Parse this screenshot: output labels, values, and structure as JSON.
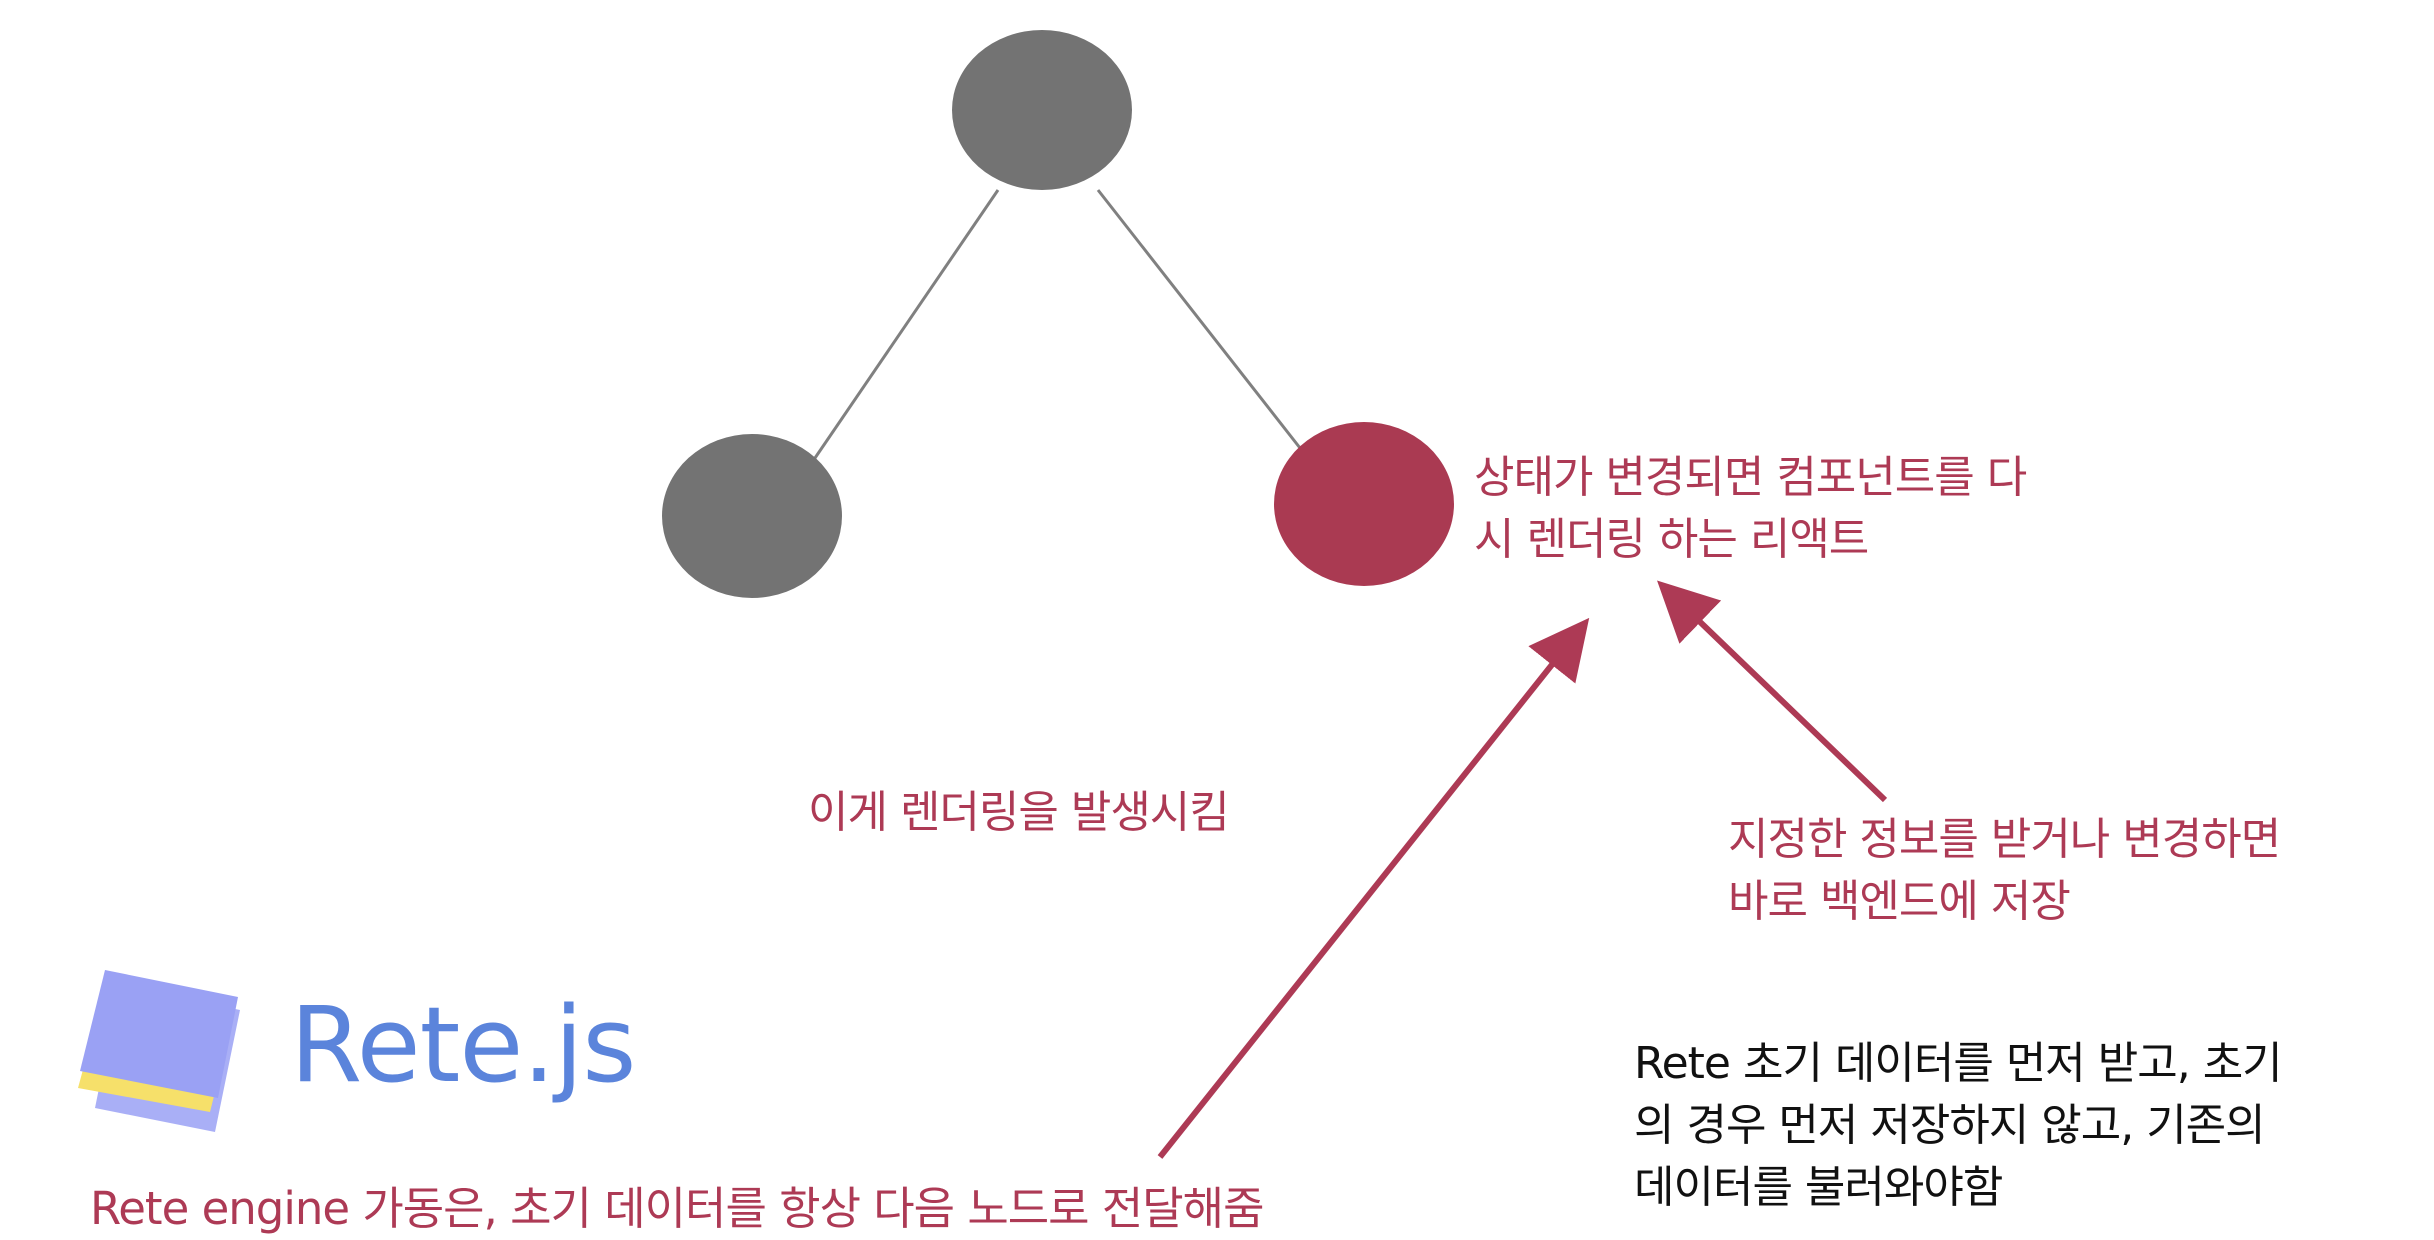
{
  "colors": {
    "node_gray": "#737373",
    "node_highlight": "#aa3a52",
    "edge": "#808080",
    "arrow": "#ad3a55",
    "accent_text": "#ad3a55",
    "dark_text": "#111111",
    "logo_text": "#5b84db",
    "logo_purple": "#9aa1f4",
    "logo_yellow": "#f6e06a"
  },
  "tree": {
    "nodes": [
      {
        "id": "root",
        "state": "default"
      },
      {
        "id": "left-child",
        "state": "default"
      },
      {
        "id": "right-child",
        "state": "re-rendered"
      }
    ],
    "edges": [
      [
        "root",
        "left-child"
      ],
      [
        "root",
        "right-child"
      ]
    ]
  },
  "annotations": {
    "react_rerender": {
      "line1": "상태가 변경되면 컴포넌트를 다",
      "line2": "시 렌더링 하는 리액트"
    },
    "triggers_rendering": "이게 렌더링을 발생시킴",
    "save_to_backend": {
      "line1": "지정한 정보를 받거나 변경하면",
      "line2": "바로 백엔드에 저장"
    },
    "initial_data_note": {
      "line1": "Rete 초기 데이터를 먼저 받고, 초기",
      "line2": "의 경우 먼저 저장하지 않고, 기존의",
      "line3": "데이터를 불러와야함"
    },
    "engine_note": "Rete engine 가동은, 초기 데이터를 항상 다음 노드로 전달해줌"
  },
  "logo": {
    "text": "Rete.js",
    "icon": "rete-layers-icon"
  }
}
